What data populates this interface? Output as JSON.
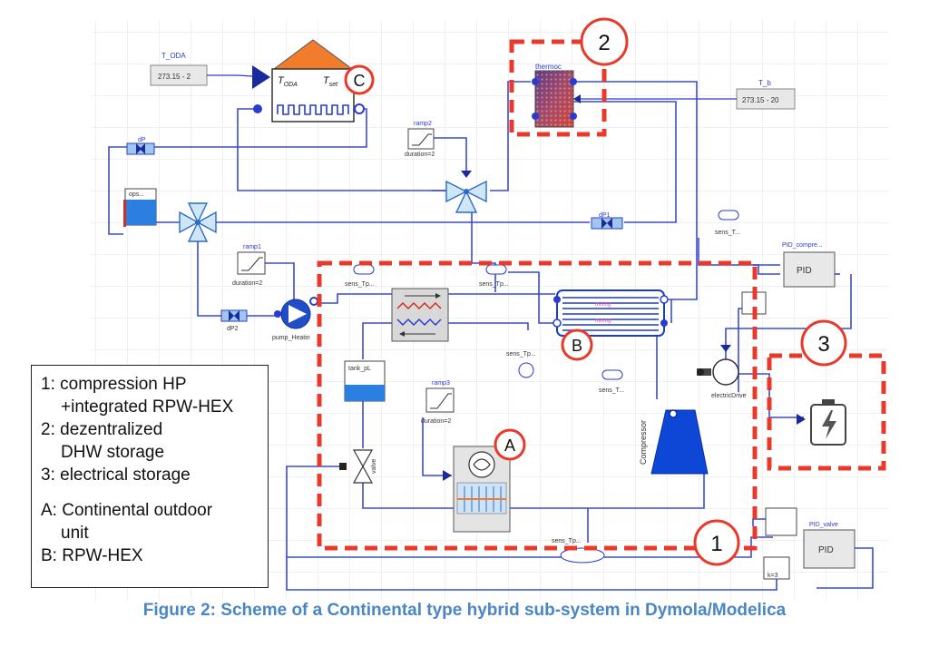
{
  "blocks": {
    "t_oda_name": "T_ODA",
    "t_oda_value": "273.15 - 2",
    "t_b_name": "T_b",
    "t_b_value": "273.15 - 20",
    "building_t_oda": "T",
    "building_t_oda_sub": "ODA",
    "building_t_set": "T",
    "building_t_set_sub": "set",
    "thermo_name": "thermoc",
    "ramp2_name": "ramp2",
    "ramp2_duration": "duration=2",
    "ramp1_name": "ramp1",
    "ramp1_duration": "duration=2",
    "ramp3_name": "ramp3",
    "ramp3_duration": "duration=2",
    "dp_name": "dP",
    "dp1_name": "dP1",
    "dp2_name": "dP2",
    "ops_name": "ops...",
    "pump_name": "pump_Heatin",
    "sens1_name": "sens_Tp...",
    "sens2_name": "sens_Tp...",
    "sens3_name": "sens_Tp...",
    "sens4_name": "sens_Tp...",
    "sens5_name": "sens_T...",
    "sens6_name": "sens_T...",
    "tank_name": "tank_pL",
    "valve_name": "valve",
    "compressor_name": "Compressor",
    "electric_drive_name": "electricDrive",
    "pid_compressor_name": "PID_compre...",
    "pid_compressor_label": "PID",
    "pid_valve_name": "PID_valve",
    "pid_valve_label": "PID",
    "const_label": "k=3",
    "rpw_label_top": "mixing",
    "rpw_label_bottom": "mixing"
  },
  "markers": {
    "one": "1",
    "two": "2",
    "three": "3",
    "a": "A",
    "b": "B",
    "c": "C"
  },
  "legend": {
    "lines": [
      "1: compression HP",
      "+integrated RPW-HEX",
      "2: dezentralized",
      "DHW storage",
      "3: electrical storage",
      "A: Continental outdoor",
      "unit",
      "B: RPW-HEX"
    ]
  },
  "caption": "Figure 2: Scheme of a Continental type hybrid sub-system in Dymola/Modelica",
  "colors": {
    "wire": "#3b49d6",
    "accent_red": "#e8392b",
    "caption_blue": "#4a86c5",
    "roof": "#f07c2c",
    "compressor": "#0d47d6",
    "grid": "#e3e3e3"
  }
}
